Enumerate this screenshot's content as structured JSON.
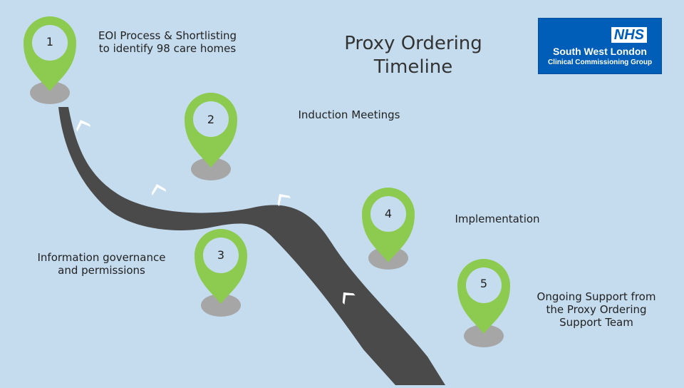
{
  "title": "Proxy Ordering\nTimeline",
  "logo": {
    "badge": "NHS",
    "line1": "South West London",
    "line2": "Clinical Commissioning Group",
    "color": "#005eb8"
  },
  "colors": {
    "background": "#c5dcee",
    "pin": "#8ccb4f",
    "pin_inner": "#c5dcee",
    "shadow": "#a6a6a6",
    "road": "#4a4a4a",
    "arrow": "#ffffff"
  },
  "steps": [
    {
      "number": "1",
      "label": "EOI Process & Shortlisting\nto identify 98 care homes"
    },
    {
      "number": "2",
      "label": "Induction Meetings"
    },
    {
      "number": "3",
      "label": "Information governance\nand permissions"
    },
    {
      "number": "4",
      "label": "Implementation"
    },
    {
      "number": "5",
      "label": "Ongoing Support from\nthe Proxy Ordering\nSupport Team"
    }
  ]
}
